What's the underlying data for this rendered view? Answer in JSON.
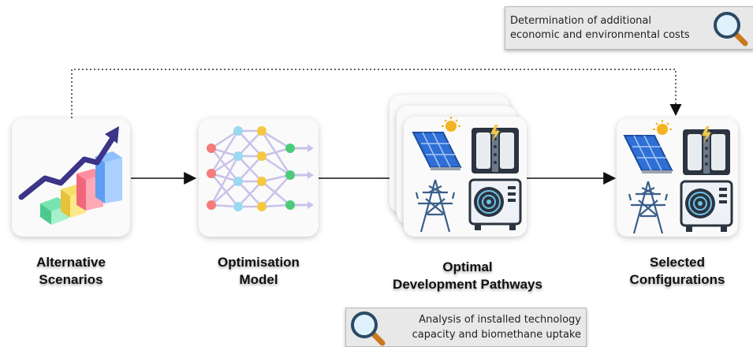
{
  "steps": [
    {
      "line1": "Alternative",
      "line2": "Scenarios",
      "icon": "rising-bar-chart-icon"
    },
    {
      "line1": "Optimisation",
      "line2": "Model",
      "icon": "neural-network-icon"
    },
    {
      "line1": "Optimal",
      "line2": "Development Pathways",
      "icon": "energy-technologies-icon"
    },
    {
      "line1": "Selected",
      "line2": "Configurations",
      "icon": "energy-technologies-icon"
    }
  ],
  "notes": {
    "top": {
      "line1": "Determination of additional",
      "line2": "economic and environmental costs",
      "icon": "magnifier-icon"
    },
    "bottom": {
      "line1": "Analysis of installed technology",
      "line2": "capacity and biomethane uptake",
      "icon": "magnifier-icon"
    }
  },
  "colors": {
    "arrow": "#111111",
    "solar": "#2f6fd6",
    "pylon": "#3b5f8a",
    "chart_arrow": "#3c3488"
  }
}
